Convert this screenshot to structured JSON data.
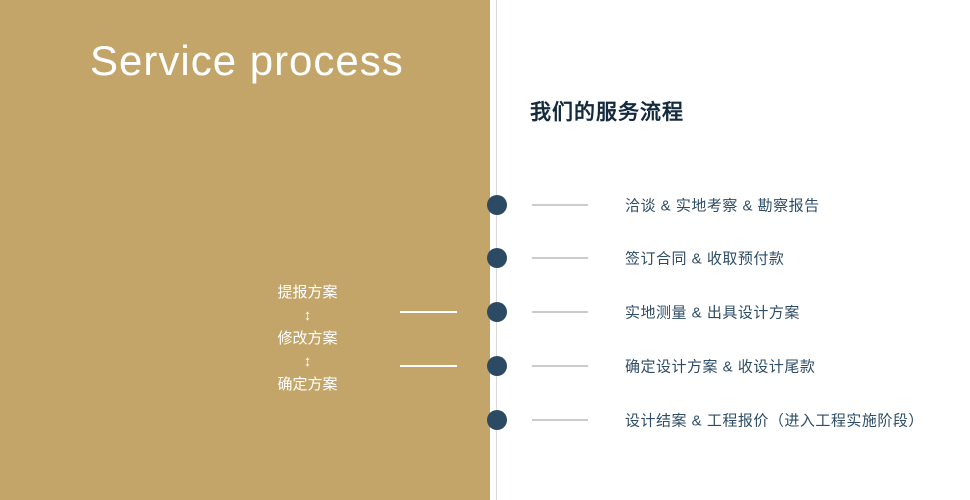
{
  "title": "Service process",
  "left_panel": {
    "flow": {
      "steps": [
        "提报方案",
        "修改方案",
        "确定方案"
      ],
      "arrow": "↕"
    }
  },
  "timeline": {
    "heading": "我们的服务流程",
    "steps": [
      "洽谈 & 实地考察 & 勘察报告",
      "签订合同 & 收取预付款",
      "实地测量 & 出具设计方案",
      "确定设计方案 & 收设计尾款",
      "设计结案 & 工程报价（进入工程实施阶段）"
    ]
  },
  "colors": {
    "gold": "#c3a56a",
    "dot_navy": "#2c4a63",
    "text_navy": "#2e4d66",
    "heading_navy": "#142a3e",
    "line_gray": "#cccccc"
  }
}
